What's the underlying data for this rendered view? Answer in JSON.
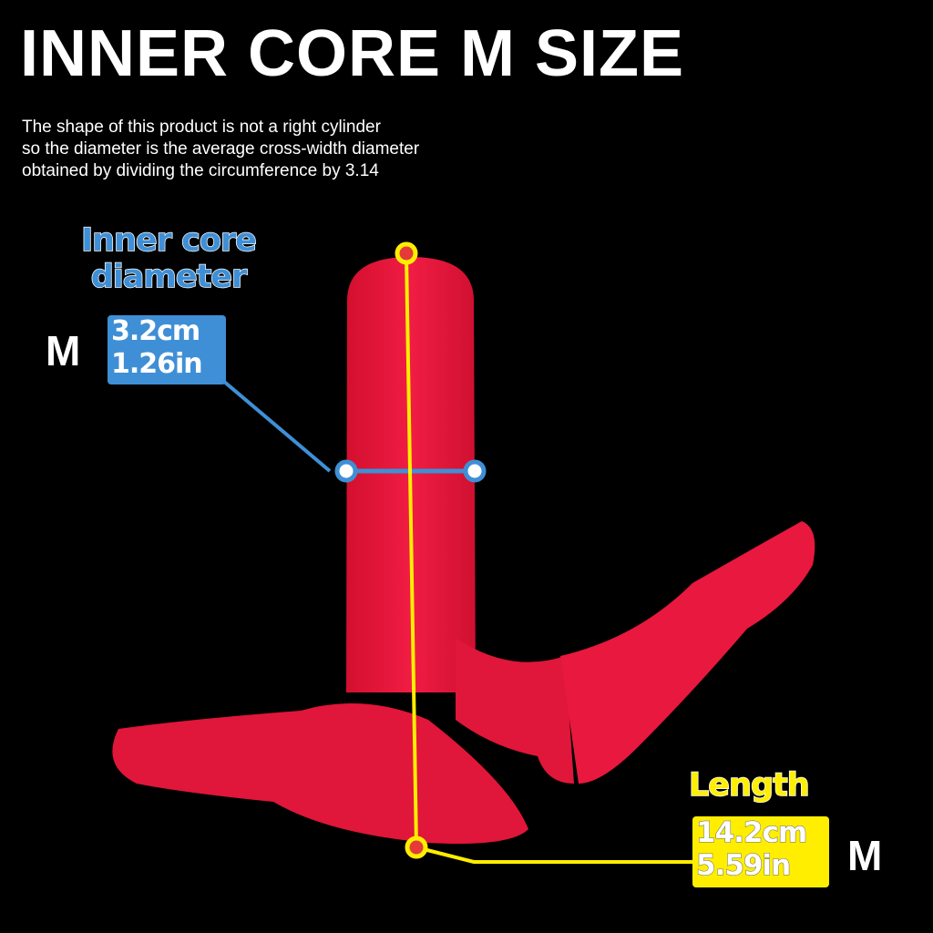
{
  "header": {
    "title": "INNER CORE M SIZE",
    "description": [
      "The shape of this product is not a right cylinder",
      "so the diameter is the average cross-width diameter",
      "obtained by dividing the circumference by 3.14"
    ]
  },
  "diameter": {
    "label_line1": "Inner core",
    "label_line2": "diameter",
    "size": "M",
    "cm": "3.2cm",
    "in": "1.26in",
    "color": "#3f8fd6"
  },
  "length": {
    "label": "Length",
    "size": "M",
    "cm": "14.2cm",
    "in": "5.59in",
    "color": "#ffee00"
  },
  "product": {
    "color": "#e8173a"
  }
}
